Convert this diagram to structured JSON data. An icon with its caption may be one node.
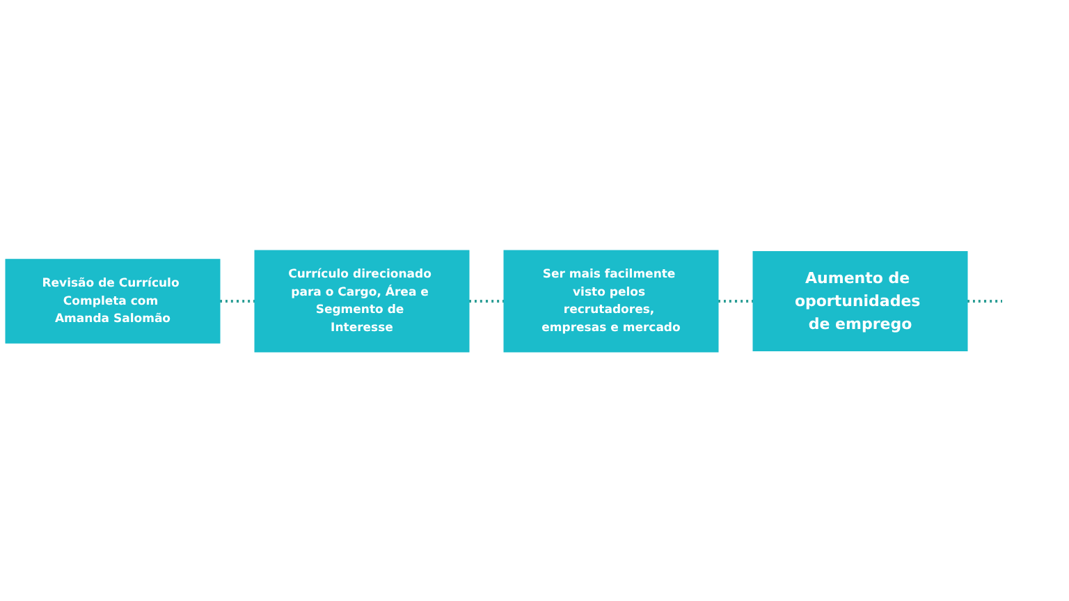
{
  "diagram": {
    "nodes": [
      {
        "text": [
          "Revisão de Currículo Completa com Amanda Salomão"
        ]
      },
      {
        "text": [
          "Currículo direcionado para o Cargo, Área e Segmento de Interesse"
        ]
      },
      {
        "text": [
          "Aumento de oportunidades de emprego"
        ]
      },
      {
        "text": [
          "Ser mais facilmente visto pelos recrutadores, empresas e mercado"
        ]
      }
    ],
    "edges": [
      {
        "from": 0,
        "to": 1,
        "arrow": "none",
        "style": "dashed"
      },
      {
        "from": 1,
        "to": 3,
        "arrow": "none",
        "style": "dashed"
      },
      {
        "from": 3,
        "to": 2,
        "arrow": "none",
        "style": "dashed"
      },
      {
        "from": 2,
        "to": null,
        "arrow": "none",
        "style": "dashed"
      }
    ]
  }
}
